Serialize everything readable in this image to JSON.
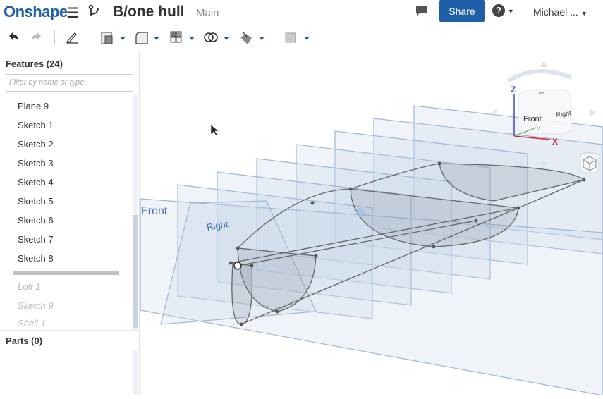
{
  "header": {
    "logo": "Onshape",
    "title": "B/one hull",
    "workspace": "Main",
    "share": "Share",
    "user": "Michael ..."
  },
  "features": {
    "title": "Features (24)",
    "filter_placeholder": "Filter by name or type",
    "items": [
      "Plane 9",
      "Sketch 1",
      "Sketch 2",
      "Sketch 3",
      "Sketch 4",
      "Sketch 5",
      "Sketch 6",
      "Sketch 7",
      "Sketch 8"
    ],
    "rolled_back": [
      "Loft 1",
      "Sketch 9",
      "Shell 1"
    ]
  },
  "parts": {
    "title": "Parts (0)"
  },
  "viewport": {
    "plane_labels": [
      "Front",
      "Right"
    ],
    "view_cube": {
      "front": "Front",
      "right": "Right",
      "top": "Top",
      "axes": [
        "X",
        "Y",
        "Z"
      ]
    }
  },
  "colors": {
    "brand": "#1f5fa8",
    "plane": "#b8cde3"
  }
}
